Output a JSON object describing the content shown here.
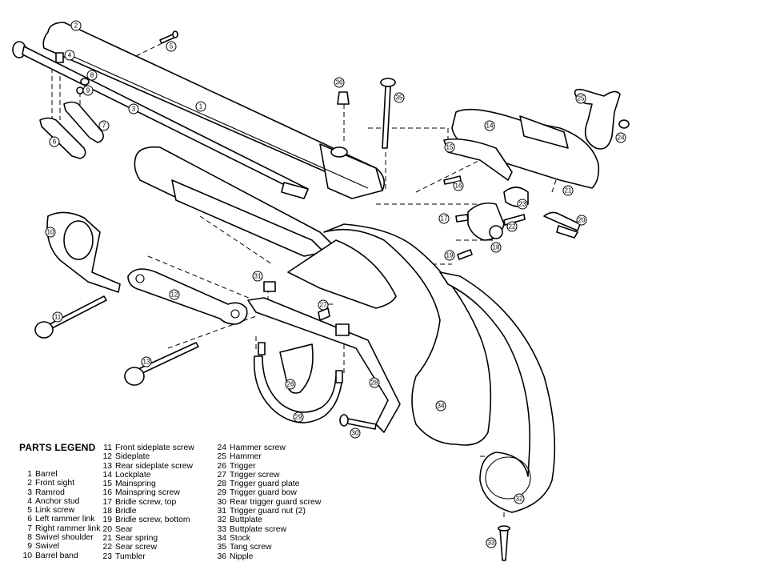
{
  "legend": {
    "title": "PARTS LEGEND",
    "parts": [
      {
        "num": "1",
        "name": "Barrel"
      },
      {
        "num": "2",
        "name": "Front sight"
      },
      {
        "num": "3",
        "name": "Ramrod"
      },
      {
        "num": "4",
        "name": "Anchor stud"
      },
      {
        "num": "5",
        "name": "Link screw"
      },
      {
        "num": "6",
        "name": "Left rammer link"
      },
      {
        "num": "7",
        "name": "Right rammer link"
      },
      {
        "num": "8",
        "name": "Swivel shoulder"
      },
      {
        "num": "9",
        "name": "Swivel"
      },
      {
        "num": "10",
        "name": "Barrel band"
      },
      {
        "num": "11",
        "name": "Front sideplate screw"
      },
      {
        "num": "12",
        "name": "Sideplate"
      },
      {
        "num": "13",
        "name": "Rear sideplate screw"
      },
      {
        "num": "14",
        "name": "Lockplate"
      },
      {
        "num": "15",
        "name": "Mainspring"
      },
      {
        "num": "16",
        "name": "Mainspring screw"
      },
      {
        "num": "17",
        "name": "Bridle screw, top"
      },
      {
        "num": "18",
        "name": "Bridle"
      },
      {
        "num": "19",
        "name": "Bridle screw, bottom"
      },
      {
        "num": "20",
        "name": "Sear"
      },
      {
        "num": "21",
        "name": "Sear spring"
      },
      {
        "num": "22",
        "name": "Sear screw"
      },
      {
        "num": "23",
        "name": "Tumbler"
      },
      {
        "num": "24",
        "name": "Hammer screw"
      },
      {
        "num": "25",
        "name": "Hammer"
      },
      {
        "num": "26",
        "name": "Trigger"
      },
      {
        "num": "27",
        "name": "Trigger screw"
      },
      {
        "num": "28",
        "name": "Trigger guard plate"
      },
      {
        "num": "29",
        "name": "Trigger guard bow"
      },
      {
        "num": "30",
        "name": "Rear trigger guard screw"
      },
      {
        "num": "31",
        "name": "Trigger guard nut (2)"
      },
      {
        "num": "32",
        "name": "Buttplate"
      },
      {
        "num": "33",
        "name": "Buttplate screw"
      },
      {
        "num": "34",
        "name": "Stock"
      },
      {
        "num": "35",
        "name": "Tang screw"
      },
      {
        "num": "36",
        "name": "Nipple"
      }
    ]
  }
}
